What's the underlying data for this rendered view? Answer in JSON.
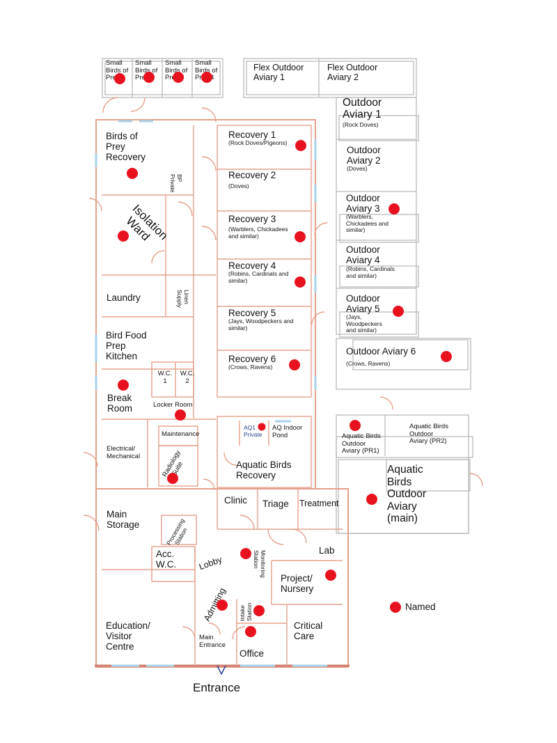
{
  "legend": {
    "label": "Named"
  },
  "colors": {
    "named_marker": "#e8121f",
    "wall": "#e5a08b",
    "outline": "#b9b9b9",
    "glazing": "#a9d2ea"
  },
  "entrance_label": "Entrance",
  "rooms": {
    "small_birds_1": [
      "Small",
      "Birds of",
      "Prey 1"
    ],
    "small_birds_2": [
      "Small",
      "Birds of",
      "Prey 2"
    ],
    "small_birds_3": [
      "Small",
      "Birds of",
      "Prey 3"
    ],
    "small_birds_4": [
      "Small",
      "Birds of",
      "Prey 4"
    ],
    "flex_outdoor_1": [
      "Flex Outdoor",
      "Aviary 1"
    ],
    "flex_outdoor_2": [
      "Flex Outdoor",
      "Aviary 2"
    ],
    "birds_of_prey_recovery": [
      "Birds of",
      "Prey",
      "Recovery"
    ],
    "bp_private": [
      "BP",
      "Private"
    ],
    "isolation_ward": [
      "Isolation",
      "Ward"
    ],
    "laundry": "Laundry",
    "linen_supply": [
      "Linen",
      "Supply"
    ],
    "bird_food_prep": [
      "Bird Food",
      "Prep",
      "Kitchen"
    ],
    "wc1": [
      "W.C.",
      "1"
    ],
    "wc2": [
      "W.C.",
      "2"
    ],
    "break_room": [
      "Break",
      "Room"
    ],
    "locker_room": "Locker Room",
    "maintenance": "Maintenance",
    "electrical": [
      "Electrical/",
      "",
      "Mechanical"
    ],
    "radiology": [
      "Radiology",
      "Suite"
    ],
    "recovery_1": {
      "title": "Recovery 1",
      "sub": [
        "(Rock Doves/Pigeons)"
      ]
    },
    "recovery_2": {
      "title": "Recovery 2",
      "sub": [
        "(Doves)"
      ]
    },
    "recovery_3": {
      "title": "Recovery 3",
      "sub": [
        "(Warblers, Chickadees",
        "and similar)"
      ]
    },
    "recovery_4": {
      "title": "Recovery 4",
      "sub": [
        "(Robins, Cardinals and",
        "similar)"
      ]
    },
    "recovery_5": {
      "title": "Recovery 5",
      "sub": [
        "(Jays, Woodpeckers and",
        "similar)"
      ]
    },
    "recovery_6": {
      "title": "Recovery 6",
      "sub": [
        "(Crows, Ravens)"
      ]
    },
    "aq1_private": [
      "AQ1",
      "Private"
    ],
    "aq_indoor_pond": [
      "AQ Indoor",
      "Pond"
    ],
    "aquatic_recovery": [
      "Aquatic Birds",
      "Recovery"
    ],
    "outdoor_1": {
      "title": [
        "Outdoor",
        "Aviary 1"
      ],
      "sub": [
        "(Rock Doves)"
      ]
    },
    "outdoor_2": {
      "title": [
        "Outdoor",
        "Aviary 2"
      ],
      "sub": [
        "(Doves)"
      ]
    },
    "outdoor_3": {
      "title": [
        "Outdoor",
        "Aviary 3"
      ],
      "sub": [
        "(Warblers,",
        "Chickadees and",
        "similar)"
      ]
    },
    "outdoor_4": {
      "title": [
        "Outdoor",
        "Aviary 4"
      ],
      "sub": [
        "(Robins, Cardinals",
        "and  similar)"
      ]
    },
    "outdoor_5": {
      "title": [
        "Outdoor",
        "Aviary 5"
      ],
      "sub": [
        "(Jays,",
        "Woodpeckers",
        "and  similar)"
      ]
    },
    "outdoor_6": {
      "title": [
        "Outdoor Aviary 6"
      ],
      "sub": [
        "(Crows, Ravens)"
      ]
    },
    "aquatic_pr1": [
      "Aquatic Birds",
      "Outdoor",
      "Aviary (PR1)"
    ],
    "aquatic_pr2": [
      "Aquatic Birds",
      "Outdoor",
      "Aviary (PR2)"
    ],
    "aquatic_main": [
      "Aquatic",
      "Birds",
      "Outdoor",
      "Aviary",
      "(main)"
    ],
    "main_storage": [
      "Main",
      "Storage"
    ],
    "processing_station": [
      "Processing",
      "Station"
    ],
    "clinic": "Clinic",
    "triage": "Triage",
    "treatment": "Treatment",
    "acc_wc": [
      "Acc.",
      "W.C."
    ],
    "lobby": "Lobby",
    "monitoring_station": [
      "Monitoring",
      "Station"
    ],
    "lab": "Lab",
    "project_nursery": [
      "Project/",
      "Nursery"
    ],
    "admitting": "Admitting",
    "intake_station": [
      "Intake",
      "Station"
    ],
    "education": [
      "Education/",
      "Visitor",
      "Centre"
    ],
    "main_entrance": [
      "Main",
      "Entrance"
    ],
    "office": "Office",
    "critical_care": [
      "Critical",
      "Care"
    ]
  }
}
